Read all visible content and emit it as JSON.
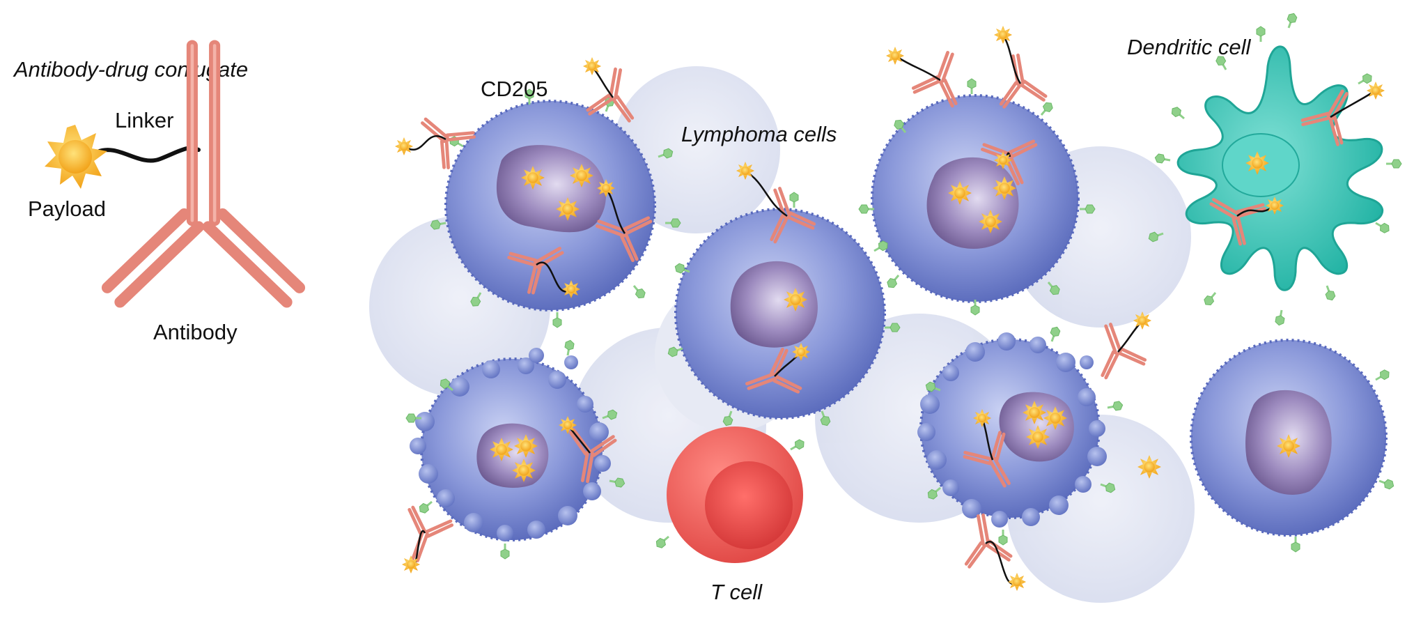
{
  "labels": {
    "adc_title": "Antibody-drug conjugate",
    "linker": "Linker",
    "payload": "Payload",
    "antibody": "Antibody",
    "cd205": "CD205",
    "lymphoma_cells": "Lymphoma cells",
    "dendritic_cell": "Dendritic cell",
    "t_cell": "T cell"
  },
  "colors": {
    "cell_blue": "#6a7cc8",
    "cell_blue_light": "#a9b6e8",
    "nucleus_purple": "#8b78ad",
    "ghost_cell": "#dfe3f1",
    "antibody_salmon": "#e58679",
    "payload_gold": "#f7b42a",
    "receptor_green": "#8fd08a",
    "dendritic_teal": "#2fc2b4",
    "t_cell_red": "#ea5b57"
  },
  "icons": [
    "payload-star-icon",
    "antibody-y-icon",
    "cd205-receptor-icon"
  ]
}
